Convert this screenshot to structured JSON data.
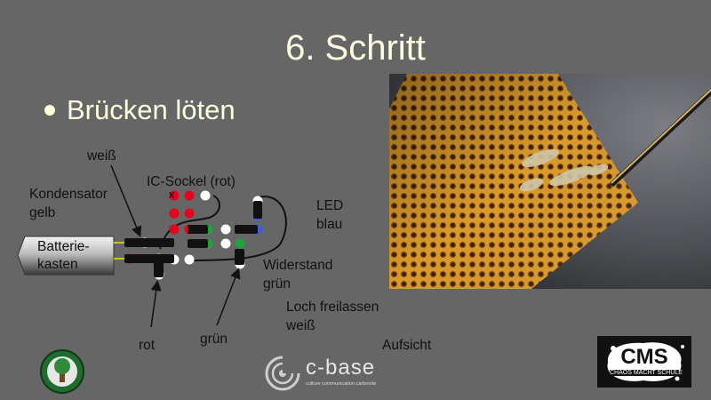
{
  "slide": {
    "title": "6. Schritt",
    "bullet": "Brücken löten"
  },
  "labels": {
    "weiss": "weiß",
    "ic_sockel": "IC-Sockel (rot)",
    "kondensator_line1": "Kondensator",
    "kondensator_line2": "gelb",
    "led_line1": "LED",
    "led_line2": "blau",
    "batterie_line1": "Batterie-",
    "batterie_line2": "kasten",
    "widerstand_line1": "Widerstand",
    "widerstand_line2": "grün",
    "loch_line1": "Loch freilassen",
    "loch_line2": "weiß",
    "rot": "rot",
    "gruen": "grün",
    "aufsicht": "Aufsicht",
    "x_mark": "x"
  },
  "logos": {
    "cbase_name": "c-base",
    "cbase_tagline": "culture communication carbonite",
    "cms_name": "CMS",
    "cms_tagline": "CHAOS MACHT SCHULE"
  },
  "colors": {
    "background": "#666666",
    "title_text": "#fffde0",
    "red_hole": "#e8001c",
    "green_hole": "#1fa33a",
    "yellow_wire": "#f2e200",
    "blue_led": "#3f5fd6",
    "bridge": "#111111"
  }
}
